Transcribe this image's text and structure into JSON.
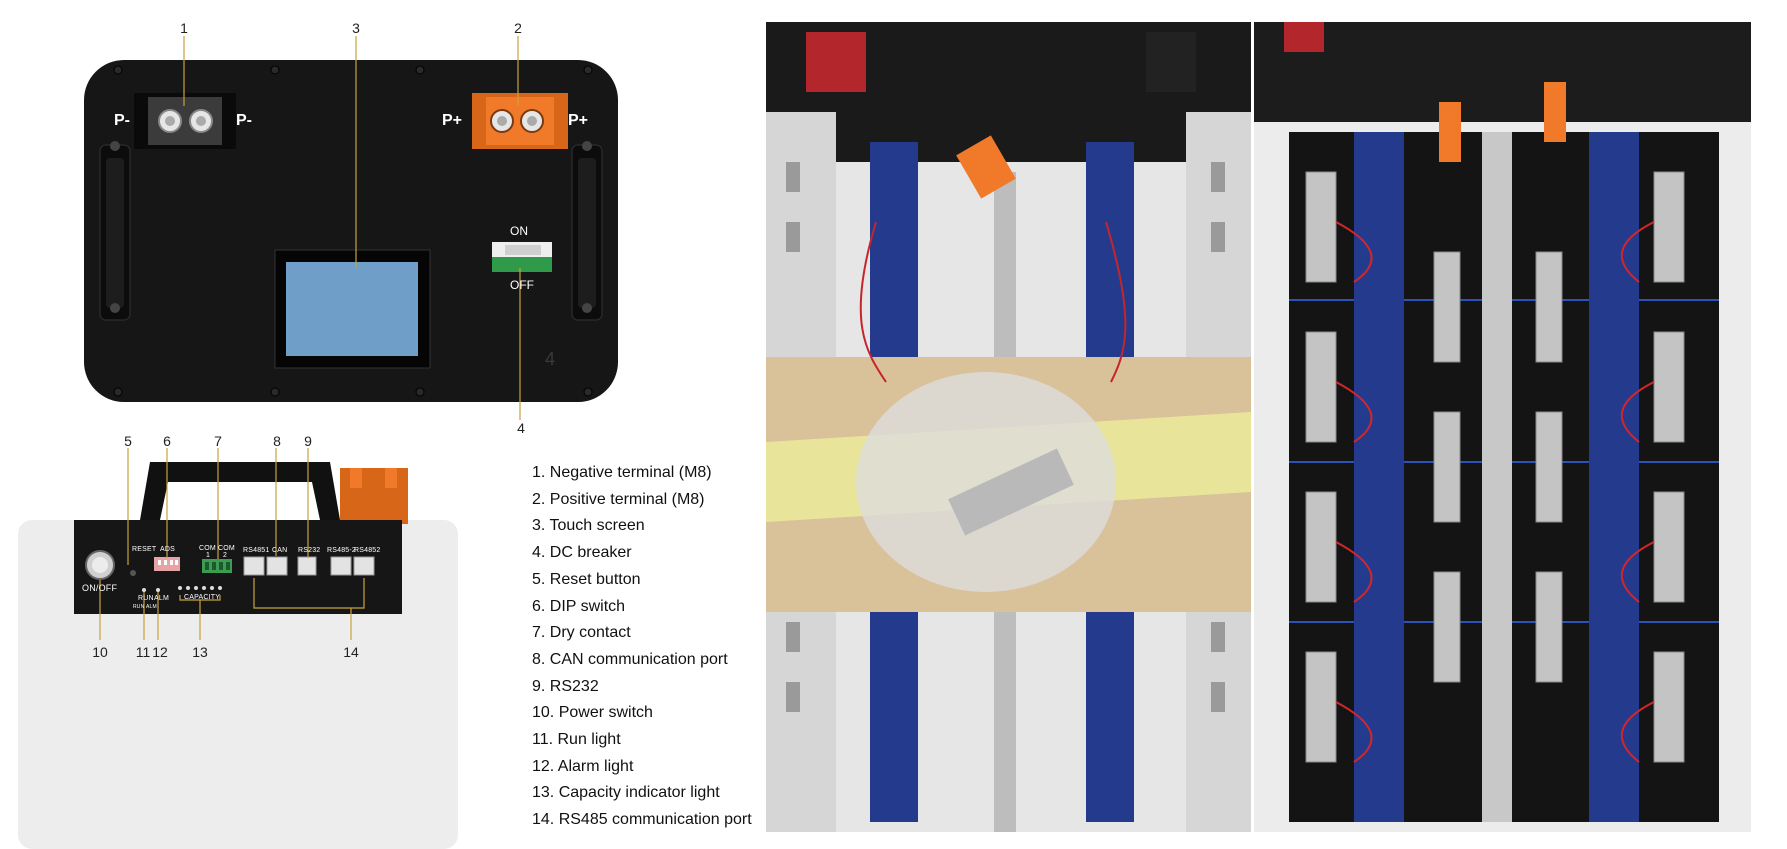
{
  "callouts": [
    "1",
    "2",
    "3",
    "4",
    "5",
    "6",
    "7",
    "8",
    "9",
    "10",
    "11",
    "12",
    "13",
    "14"
  ],
  "front_panel": {
    "neg_label_left": "P-",
    "neg_label_right": "P-",
    "pos_label_left": "P+",
    "pos_label_right": "P+",
    "breaker_on": "ON",
    "breaker_off": "OFF"
  },
  "side_panel": {
    "on_off": "ON/OFF",
    "reset": "RESET",
    "ads": "ADS",
    "com1": "COM",
    "com2": "COM",
    "com_n1": "1",
    "com_n2": "2",
    "rs4851": "RS4851",
    "can": "CAN",
    "rs232": "RS232",
    "rs4852a": "RS485-2",
    "rs4852b": "RS4852",
    "run": "RUN",
    "alm": "ALM",
    "run_small": "RUN",
    "alm_small": "ALM",
    "capacity": "CAPACITY"
  },
  "legend": [
    "1. Negative terminal (M8)",
    "2. Positive terminal (M8)",
    "3. Touch screen",
    "4. DC breaker",
    "5. Reset button",
    "6. DIP switch",
    "7. Dry contact",
    "8. CAN communication port",
    "9. RS232",
    "10. Power switch",
    "11. Run light",
    "12. Alarm light",
    "13. Capacity indicator light",
    "14. RS485 communication port"
  ],
  "colors": {
    "panel": "#161616",
    "terminal_orange": "#f07a2a",
    "screen_blue": "#6f9ec8",
    "breaker_green": "#2e9a4a",
    "pcb_blue": "#243a8c",
    "leader": "#c9a23a"
  }
}
